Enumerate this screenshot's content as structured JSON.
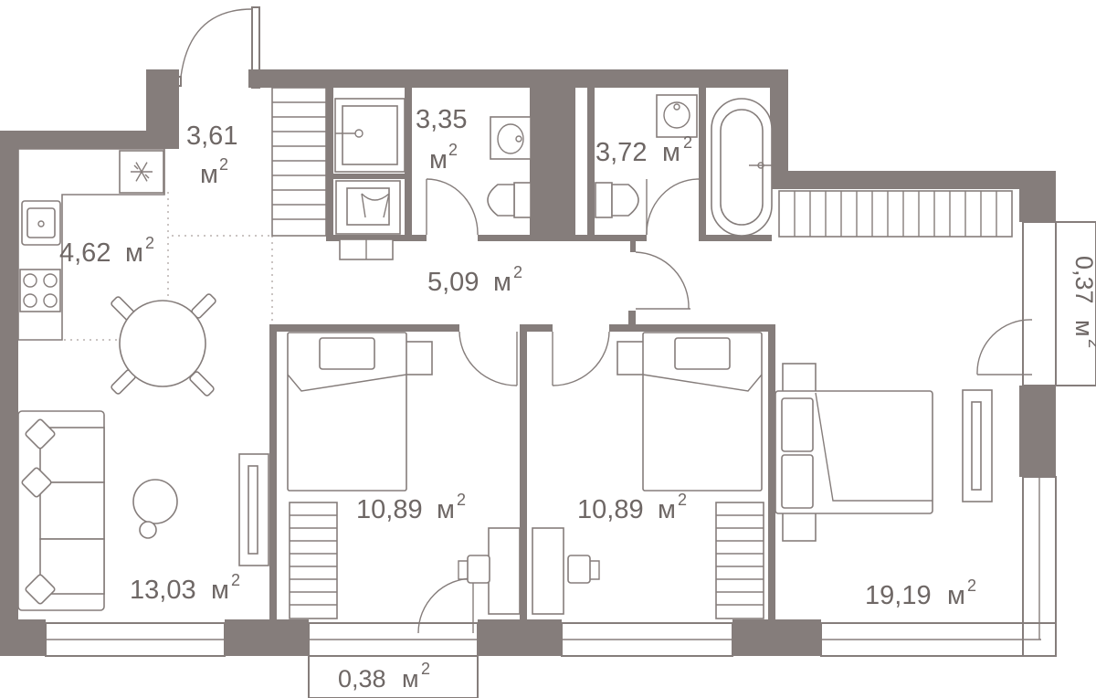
{
  "floorplan": {
    "area_unit": "м",
    "area_unit_power": "2",
    "rooms": [
      {
        "id": "hall",
        "area": "3,61"
      },
      {
        "id": "bathroom-1",
        "area": "3,35"
      },
      {
        "id": "bathroom-2",
        "area": "3,72"
      },
      {
        "id": "kitchen",
        "area": "4,62"
      },
      {
        "id": "corridor",
        "area": "5,09"
      },
      {
        "id": "living-room",
        "area": "13,03"
      },
      {
        "id": "bedroom-1",
        "area": "10,89"
      },
      {
        "id": "bedroom-2",
        "area": "10,89"
      },
      {
        "id": "master-bedroom",
        "area": "19,19"
      },
      {
        "id": "balcony-south",
        "area": "0,38"
      },
      {
        "id": "balcony-east",
        "area": "0,37"
      }
    ],
    "colors": {
      "walls": "#857d7b",
      "text": "#6e6765",
      "background": "#ffffff"
    },
    "icons": [
      "snowflake-icon"
    ]
  }
}
